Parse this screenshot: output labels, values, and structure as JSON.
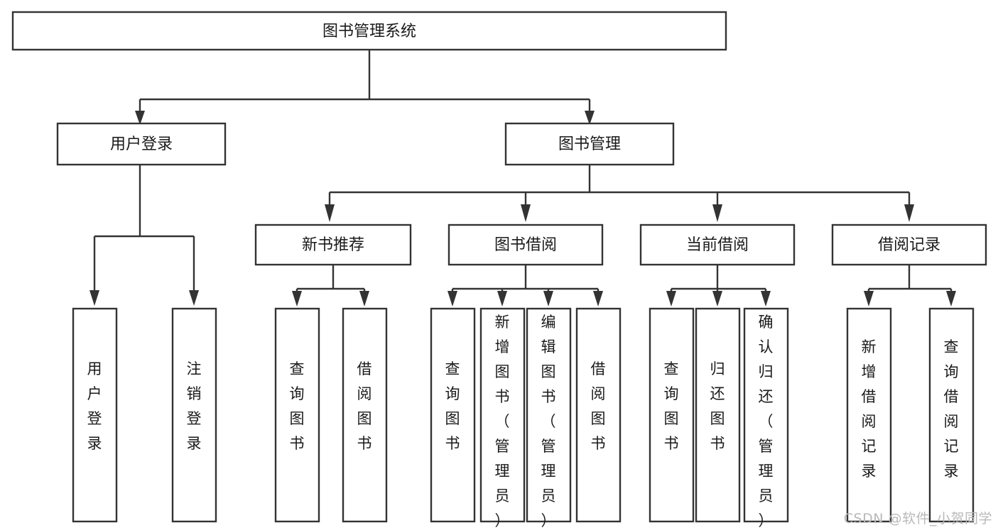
{
  "diagram": {
    "type": "tree-hierarchy-flowchart",
    "title": "图书管理系统",
    "watermark": "CSDN @软件_小贺同学",
    "colors": {
      "box_stroke": "#333333",
      "box_fill": "#ffffff",
      "text": "#1a1a1a",
      "background": "#ffffff",
      "watermark": "#b9b9b9"
    },
    "levels": {
      "root": {
        "label": "图书管理系统"
      },
      "level2": [
        {
          "label": "用户登录"
        },
        {
          "label": "图书管理"
        }
      ],
      "level3": [
        {
          "label": "新书推荐"
        },
        {
          "label": "图书借阅"
        },
        {
          "label": "当前借阅"
        },
        {
          "label": "借阅记录"
        }
      ],
      "leaves": {
        "user_login": [
          {
            "label": "用户登录"
          },
          {
            "label": "注销登录"
          }
        ],
        "new_book_recommend": [
          {
            "label": "查询图书"
          },
          {
            "label": "借阅图书"
          }
        ],
        "book_borrow": [
          {
            "label": "查询图书"
          },
          {
            "label": "新增图书（管理员）"
          },
          {
            "label": "编辑图书（管理员）"
          },
          {
            "label": "借阅图书"
          }
        ],
        "current_borrow": [
          {
            "label": "查询图书"
          },
          {
            "label": "归还图书"
          },
          {
            "label": "确认归还（管理员）"
          }
        ],
        "borrow_record": [
          {
            "label": "新增借阅记录"
          },
          {
            "label": "查询借阅记录"
          }
        ]
      }
    }
  }
}
